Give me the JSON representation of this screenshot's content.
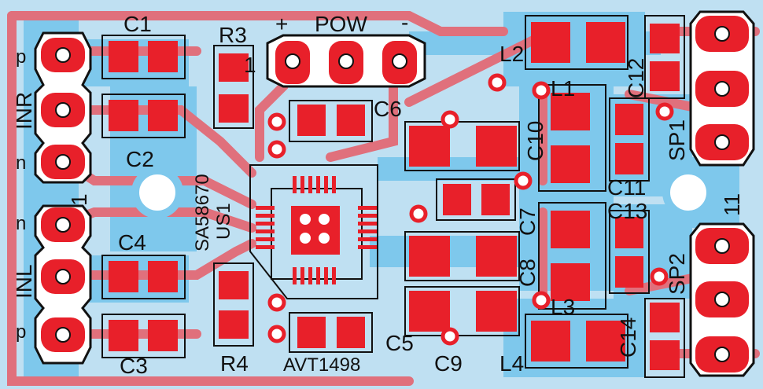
{
  "board": {
    "colors": {
      "background": "#bfe0f2",
      "copper_blue": "#7ec8ec",
      "trace_red": "#e0707c",
      "pad_red": "#e8202a",
      "outline": "#111111"
    },
    "labels": {
      "c1": "C1",
      "c2": "C2",
      "c3": "C3",
      "c4": "C4",
      "c5": "C5",
      "c6": "C6",
      "c7": "C7",
      "c8": "C8",
      "c9": "C9",
      "c10": "C10",
      "c11": "C11",
      "c12": "C12",
      "c13": "C13",
      "c14": "C14",
      "r3": "R3",
      "r4": "R4",
      "l1": "L1",
      "l2": "L2",
      "l3": "L3",
      "l4": "L4",
      "sp1": "SP1",
      "sp2": "SP2",
      "pow": "POW",
      "plus": "+",
      "minus": "-",
      "inr": "INR",
      "inl": "INL",
      "ic_part": "SA58670",
      "ic_ref": "US1",
      "board_id": "AVT1498",
      "pin_p_top": "p",
      "pin_n_top": "n",
      "pin_n_bottom": "n",
      "pin_p_bottom": "p",
      "pin_one_left": "1",
      "pin_one_pow": "1",
      "pin_one_right": "11"
    }
  }
}
